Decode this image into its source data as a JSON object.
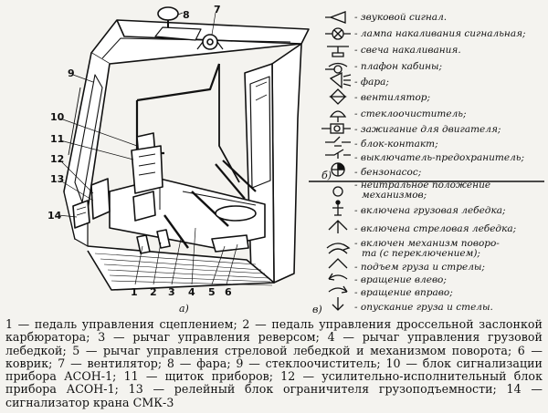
{
  "figure": {
    "callouts": [
      "1",
      "2",
      "3",
      "4",
      "5",
      "6",
      "7",
      "8",
      "9",
      "10",
      "11",
      "12",
      "13",
      "14"
    ],
    "subfig_labels": {
      "a": "а)",
      "b": "б)",
      "v": "в)"
    }
  },
  "legend_b": [
    {
      "icon": "horn-icon",
      "label": "- звуковой сигнал."
    },
    {
      "icon": "signal-lamp-icon",
      "label": "- лампа накаливания сигнальная;"
    },
    {
      "icon": "glow-plug-icon",
      "label": "- свеча накаливания."
    },
    {
      "icon": "cabin-lamp-icon",
      "label": "- плафон кабины;"
    },
    {
      "icon": "headlight-icon",
      "label": "- фара;"
    },
    {
      "icon": "fan-icon",
      "label": "- вентилятор;"
    },
    {
      "icon": "wiper-icon",
      "label": "- стеклоочиститель;"
    },
    {
      "icon": "ignition-icon",
      "label": "- зажигание для двигателя;"
    },
    {
      "icon": "contact-block-icon",
      "label": "- блок-контакт;"
    },
    {
      "icon": "breaker-icon",
      "label": "- выключатель-предохранитель;"
    },
    {
      "icon": "fuel-pump-icon",
      "label": "- бензонасос;"
    }
  ],
  "legend_v": [
    {
      "icon": "neutral-icon",
      "label": "- нейтральное положение механизмов;"
    },
    {
      "icon": "cargo-winch-icon",
      "label": "- включена грузовая лебедка;"
    },
    {
      "icon": "boom-winch-icon",
      "label": "- включена стреловая лебедка;"
    },
    {
      "icon": "slew-icon",
      "label": "- включен механизм поворота (с переключением);"
    },
    {
      "icon": "lift-icon",
      "label": "- подъем груза и стрелы;"
    },
    {
      "icon": "rotate-left-icon",
      "label": "- вращение влево;"
    },
    {
      "icon": "rotate-right-icon",
      "label": "- вращение вправо;"
    },
    {
      "icon": "lower-icon",
      "label": "- опускание груза и стелы."
    }
  ],
  "caption": "1 — педаль управления сцеплением; 2 — педаль управления дроссельной заслонкой карбюратора; 3 — рычаг управления реверсом; 4 — рычаг управления грузовой лебедкой; 5 — рычаг управления стреловой лебедкой и механизмом поворота; 6 — коврик; 7 — вентилятор; 8 — фара; 9 — стеклоочиститель; 10 — блок сигнализации прибора АСОН-1; 11 — щиток приборов; 12 — усилительно-исполнительный блок прибора АСОН-1; 13 — релейный блок ограничителя грузоподъемности; 14 — сигнализатор крана СМК-3"
}
